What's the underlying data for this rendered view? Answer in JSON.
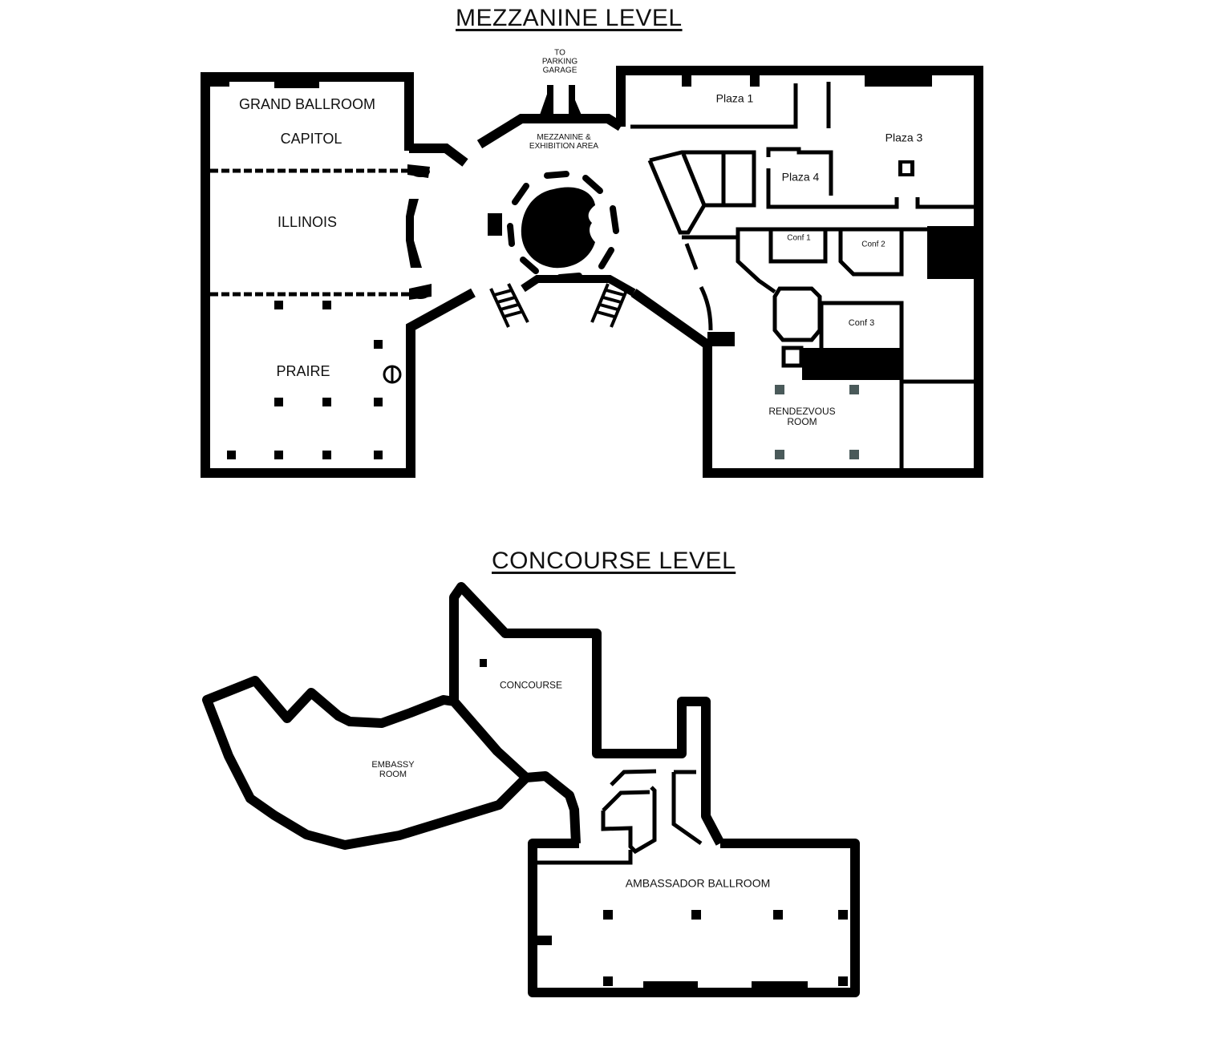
{
  "colors": {
    "wall": "#000000",
    "background": "#ffffff",
    "column_grey": "#4a5a5a"
  },
  "mezzanine": {
    "title": "MEZZANINE LEVEL",
    "labels": {
      "parking": [
        "TO",
        "PARKING",
        "GARAGE"
      ],
      "exhibition": [
        "MEZZANINE &",
        "EXHIBITION AREA"
      ],
      "grand_ballroom": "GRAND BALLROOM",
      "capitol": "CAPITOL",
      "illinois": "ILLINOIS",
      "praire": "PRAIRE",
      "plaza1": "Plaza 1",
      "plaza3": "Plaza 3",
      "plaza4": "Plaza 4",
      "conf1": "Conf 1",
      "conf2": "Conf 2",
      "conf3": "Conf 3",
      "rendezvous": [
        "RENDEZVOUS",
        "ROOM"
      ]
    }
  },
  "concourse": {
    "title": "CONCOURSE LEVEL",
    "labels": {
      "concourse": "CONCOURSE",
      "embassy": [
        "EMBASSY",
        "ROOM"
      ],
      "ambassador": "AMBASSADOR BALLROOM"
    }
  }
}
